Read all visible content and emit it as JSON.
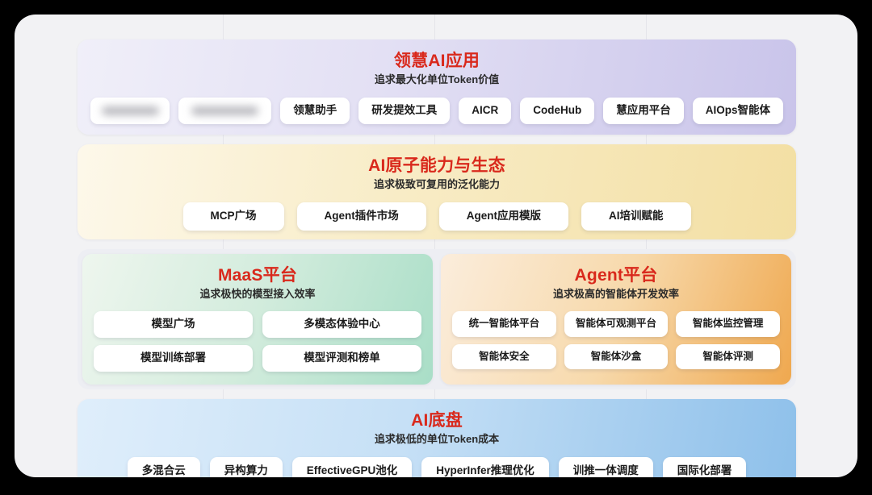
{
  "colors": {
    "title_red": "#d9291c",
    "band_apps": "#c9c4ea",
    "band_atomic": "#f3dfa3",
    "band_maas": "#a9dec7",
    "band_agent": "#efa84f",
    "band_base": "#8ec0ea",
    "pill_bg": "#ffffff",
    "page_bg": "#000000",
    "card_bg": "#f2f2f4"
  },
  "bands": {
    "apps": {
      "title": "领慧AI应用",
      "subtitle": "追求最大化单位Token价值",
      "items": [
        {
          "label": "",
          "redacted": true,
          "width": "w1"
        },
        {
          "label": "",
          "redacted": true,
          "width": "w2"
        },
        {
          "label": "领慧助手",
          "redacted": false
        },
        {
          "label": "研发提效工具",
          "redacted": false
        },
        {
          "label": "AICR",
          "redacted": false
        },
        {
          "label": "CodeHub",
          "redacted": false
        },
        {
          "label": "慧应用平台",
          "redacted": false
        },
        {
          "label": "AIOps智能体",
          "redacted": false
        }
      ]
    },
    "atomic": {
      "title": "AI原子能力与生态",
      "subtitle": "追求极致可复用的泛化能力",
      "items": [
        {
          "label": "MCP广场"
        },
        {
          "label": "Agent插件市场"
        },
        {
          "label": "Agent应用模版"
        },
        {
          "label": "AI培训赋能"
        }
      ]
    },
    "maas": {
      "title": "MaaS平台",
      "subtitle": "追求极快的模型接入效率",
      "items": [
        {
          "label": "模型广场"
        },
        {
          "label": "多模态体验中心"
        },
        {
          "label": "模型训练部署"
        },
        {
          "label": "模型评测和榜单"
        }
      ]
    },
    "agent": {
      "title": "Agent平台",
      "subtitle": "追求极高的智能体开发效率",
      "items": [
        {
          "label": "统一智能体平台"
        },
        {
          "label": "智能体可观测平台"
        },
        {
          "label": "智能体监控管理"
        },
        {
          "label": "智能体安全"
        },
        {
          "label": "智能体沙盒"
        },
        {
          "label": "智能体评测"
        }
      ]
    },
    "base": {
      "title": "AI底盘",
      "subtitle": "追求极低的单位Token成本",
      "items": [
        {
          "label": "多混合云"
        },
        {
          "label": "异构算力"
        },
        {
          "label": "EffectiveGPU池化"
        },
        {
          "label": "HyperInfer推理优化"
        },
        {
          "label": "训推一体调度"
        },
        {
          "label": "国际化部署"
        }
      ]
    }
  }
}
